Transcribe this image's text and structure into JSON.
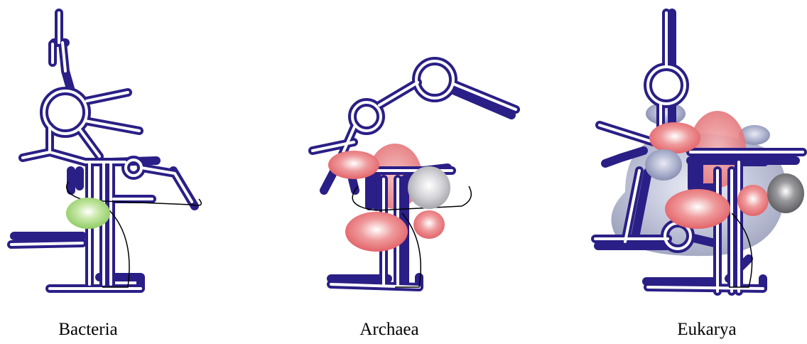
{
  "panels": [
    {
      "id": "bacteria",
      "caption": "Bacteria"
    },
    {
      "id": "archaea",
      "caption": "Archaea"
    },
    {
      "id": "eukarya",
      "caption": "Eukarya"
    }
  ],
  "colors": {
    "rna_outline": "#2a1f86",
    "rna_fill": "#ffffff",
    "protein_red": "#e8666a",
    "protein_green": "#9ed46e",
    "protein_silver": "#b9b9bf",
    "protein_dark_gray": "#6f6f73",
    "protein_blue_gray": "#8c93b3",
    "thin_line": "#000000"
  }
}
